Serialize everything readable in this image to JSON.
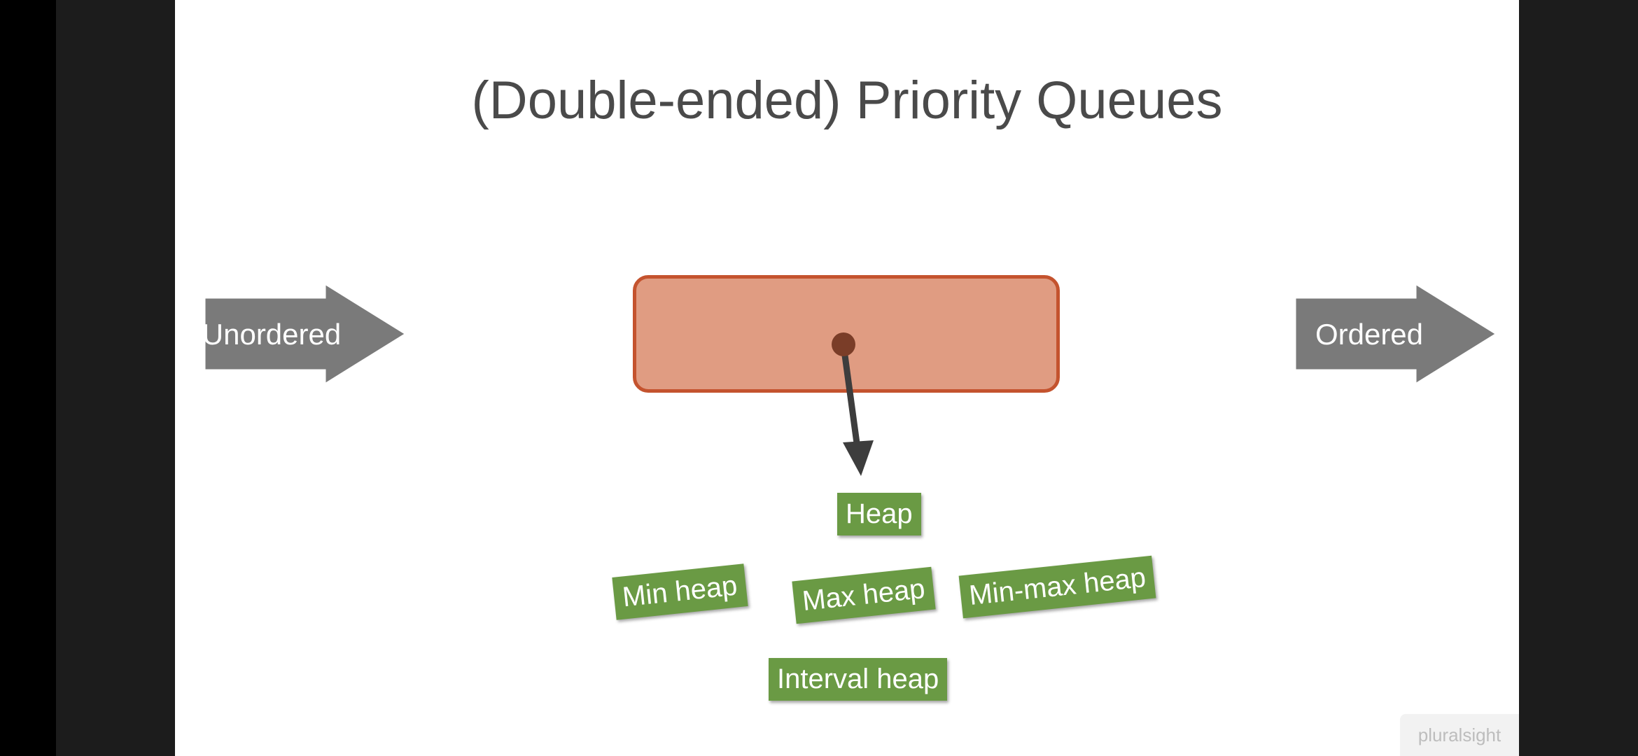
{
  "slide": {
    "title": "(Double-ended) Priority Queues",
    "input_arrow_label": "Unordered",
    "output_arrow_label": "Ordered",
    "tags": {
      "heap": "Heap",
      "min_heap": "Min heap",
      "max_heap": "Max heap",
      "min_max_heap": "Min-max heap",
      "interval_heap": "Interval heap"
    },
    "watermark": "pluralsight"
  },
  "colors": {
    "arrow_fill": "#7a7a7a",
    "box_fill": "#e09c82",
    "box_border": "#c4532e",
    "tag_fill": "#6a9a44",
    "pointer": "#3d3d3d"
  }
}
